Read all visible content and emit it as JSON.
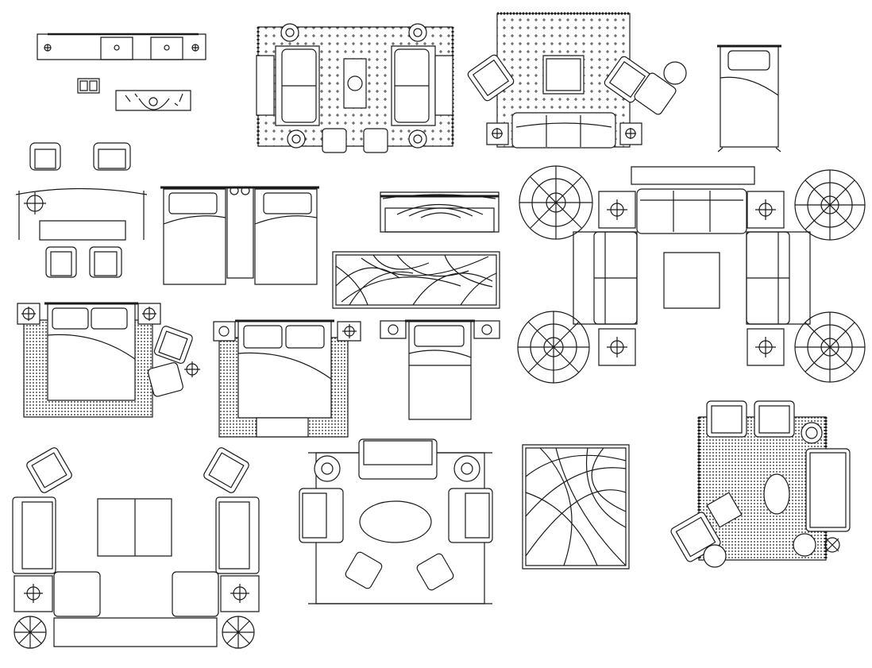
{
  "sheet": {
    "background": "#ffffff",
    "ink": "#1a1a1a"
  },
  "blocks": [
    {
      "id": "vanity-double-sink",
      "kind": "vanity"
    },
    {
      "id": "kitchen-sink",
      "kind": "sink"
    },
    {
      "id": "vanity-single-sink",
      "kind": "vanity"
    },
    {
      "id": "living-set-rug",
      "kind": "living-room"
    },
    {
      "id": "sofa-armchairs-rug",
      "kind": "living-room"
    },
    {
      "id": "single-bed",
      "kind": "bed"
    },
    {
      "id": "desk-with-chairs",
      "kind": "desk"
    },
    {
      "id": "twin-beds",
      "kind": "bed"
    },
    {
      "id": "bench",
      "kind": "bench"
    },
    {
      "id": "patterned-runner-rug",
      "kind": "rug"
    },
    {
      "id": "lounge-with-palms",
      "kind": "living-room"
    },
    {
      "id": "double-bed-rug-armchairs",
      "kind": "bed"
    },
    {
      "id": "double-bed-rug",
      "kind": "bed"
    },
    {
      "id": "double-bed-small",
      "kind": "bed"
    },
    {
      "id": "lounge-sofas-armchairs",
      "kind": "living-room"
    },
    {
      "id": "oval-table-seating",
      "kind": "living-room"
    },
    {
      "id": "square-patterned-rug",
      "kind": "rug"
    },
    {
      "id": "corner-seating-rug",
      "kind": "living-room"
    }
  ]
}
